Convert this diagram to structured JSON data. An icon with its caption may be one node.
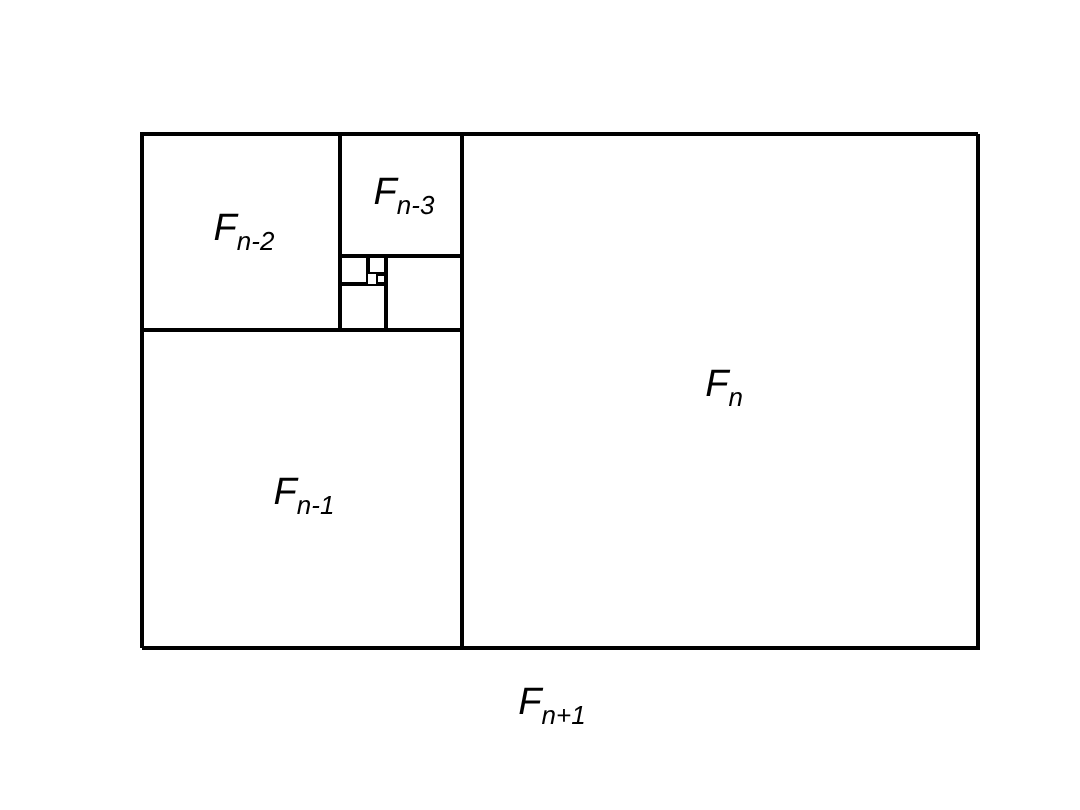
{
  "diagram": {
    "nodes": [
      {
        "text": [
          "F$_{n+1}$"
        ]
      },
      {
        "text": [
          "F$_{n-2}$"
        ],
        "in": 0
      },
      {
        "text": [
          "F$_{n-3}$"
        ],
        "in": 0
      },
      {
        "text": [
          "F$_{n}$"
        ],
        "in": 0
      },
      {
        "text": [
          "F$_{n-1}$"
        ],
        "in": 0
      },
      {
        "text": [],
        "shape": "box",
        "in": 0
      },
      {
        "text": [],
        "shape": "box",
        "in": 0
      },
      {
        "text": [],
        "shape": "box",
        "in": 0
      },
      {
        "text": [],
        "shape": "box",
        "in": 0
      },
      {
        "text": [],
        "shape": "box",
        "in": 0
      }
    ]
  }
}
